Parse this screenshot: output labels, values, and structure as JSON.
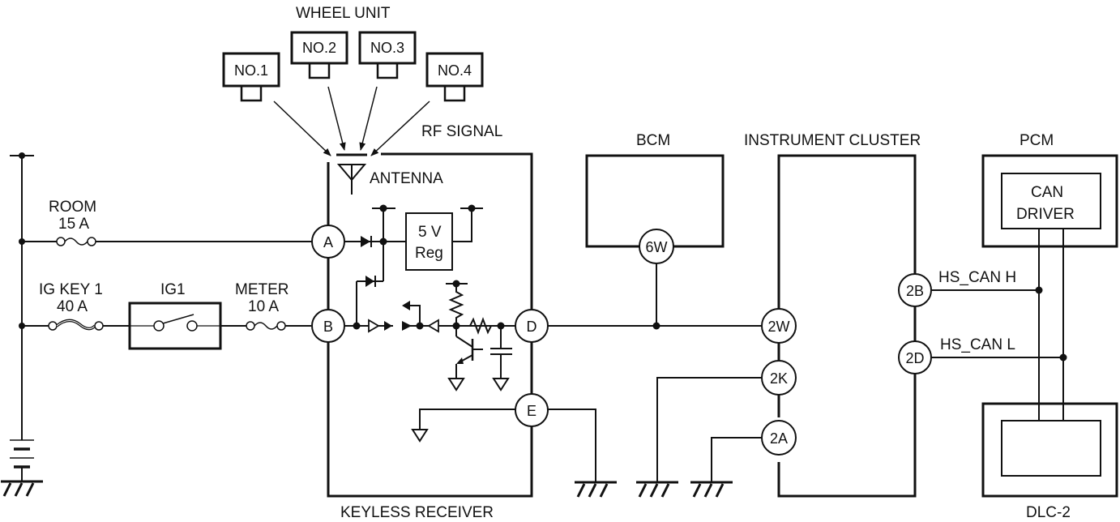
{
  "diagram": {
    "title_wheel_unit": "WHEEL UNIT",
    "wheel_units": [
      "NO.1",
      "NO.2",
      "NO.3",
      "NO.4"
    ],
    "rf_signal": "RF SIGNAL",
    "antenna": "ANTENNA",
    "fuses": {
      "room_name": "ROOM",
      "room_rating": "15 A",
      "igkey_name": "IG KEY 1",
      "igkey_rating": "40 A",
      "meter_name": "METER",
      "meter_rating": "10 A"
    },
    "ig1_switch": "IG1",
    "regulator_line1": "5 V",
    "regulator_line2": "Reg",
    "keyless_receiver": "KEYLESS RECEIVER",
    "keyless_pins": [
      "A",
      "B",
      "D",
      "E"
    ],
    "bcm": "BCM",
    "bcm_pin": "6W",
    "instrument_cluster": "INSTRUMENT CLUSTER",
    "cluster_pins": [
      "2W",
      "2K",
      "2A",
      "2B",
      "2D"
    ],
    "pcm": "PCM",
    "can_driver_line1": "CAN",
    "can_driver_line2": "DRIVER",
    "hs_can_h": "HS_CAN H",
    "hs_can_l": "HS_CAN L",
    "dlc": "DLC-2"
  }
}
